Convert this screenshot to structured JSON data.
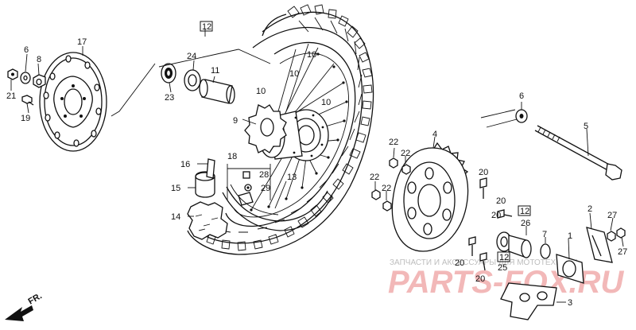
{
  "callouts": {
    "c1": "1",
    "c2": "2",
    "c3": "3",
    "c4": "4",
    "c5": "5",
    "c6a": "6",
    "c6b": "6",
    "c7": "7",
    "c8": "8",
    "c9": "9",
    "c10a": "10",
    "c10b": "10",
    "c10c": "10",
    "c10d": "10",
    "c11": "11",
    "c12a": "12",
    "c12b": "12",
    "c12c": "12",
    "c13": "13",
    "c14": "14",
    "c15": "15",
    "c16": "16",
    "c17": "17",
    "c18": "18",
    "c19": "19",
    "c20a": "20",
    "c20b": "20",
    "c20c": "20",
    "c20d": "20",
    "c20e": "20",
    "c21": "21",
    "c22a": "22",
    "c22b": "22",
    "c22c": "22",
    "c22d": "22",
    "c23": "23",
    "c24": "24",
    "c25": "25",
    "c26": "26",
    "c27a": "27",
    "c27b": "27",
    "c28": "28",
    "c29": "29"
  },
  "direction_label": "FR.",
  "watermark": {
    "caption": "ЗАПЧАСТИ И АКСЕССУАРЫ ДЛЯ МОТОТЕХНИКИ",
    "brand": "PARTS-FOX.RU"
  },
  "colors": {
    "line": "#111111",
    "watermark_brand": "#f2b8b8",
    "watermark_caption": "#bdbdbd"
  }
}
